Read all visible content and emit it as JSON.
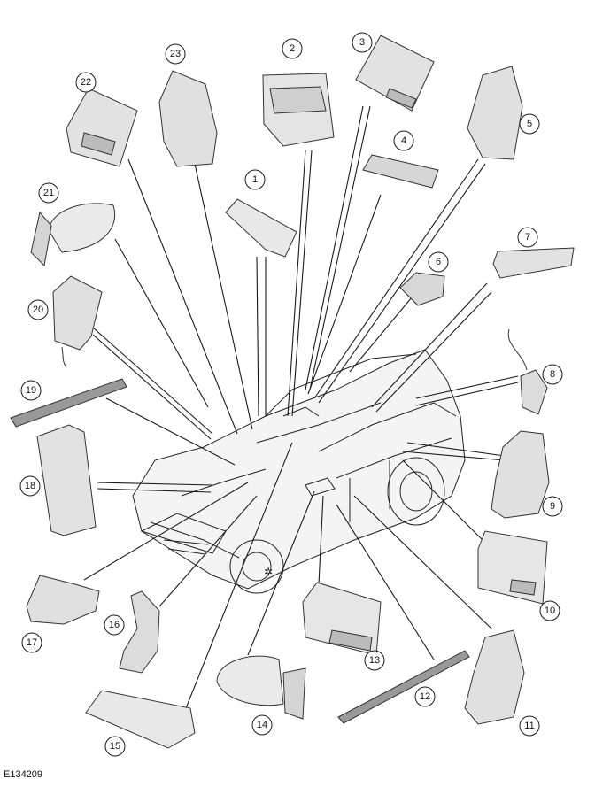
{
  "figure_id": "E134209",
  "callouts": [
    {
      "label": "1"
    },
    {
      "label": "2"
    },
    {
      "label": "3"
    },
    {
      "label": "4"
    },
    {
      "label": "5"
    },
    {
      "label": "6"
    },
    {
      "label": "7"
    },
    {
      "label": "8"
    },
    {
      "label": "9"
    },
    {
      "label": "10"
    },
    {
      "label": "11"
    },
    {
      "label": "12"
    },
    {
      "label": "13"
    },
    {
      "label": "14"
    },
    {
      "label": "15"
    },
    {
      "label": "16"
    },
    {
      "label": "17"
    },
    {
      "label": "18"
    },
    {
      "label": "19"
    },
    {
      "label": "20"
    },
    {
      "label": "21"
    },
    {
      "label": "22"
    },
    {
      "label": "23"
    }
  ]
}
